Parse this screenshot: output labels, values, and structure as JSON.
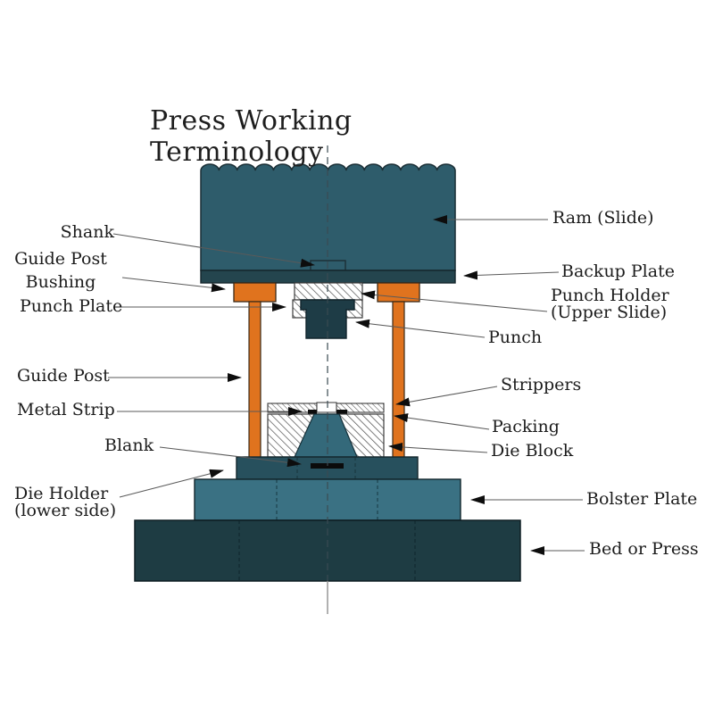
{
  "title": "Press Working Terminology",
  "labels": {
    "shank": "Shank",
    "guide_post_bushing_1": "Guide Post",
    "guide_post_bushing_2": "Bushing",
    "punch_plate": "Punch Plate",
    "guide_post": "Guide Post",
    "metal_strip": "Metal Strip",
    "blank": "Blank",
    "die_holder_1": "Die Holder",
    "die_holder_2": "(lower side)",
    "ram": "Ram (Slide)",
    "backup_plate": "Backup Plate",
    "punch_holder_1": "Punch Holder",
    "punch_holder_2": "(Upper Slide)",
    "punch": "Punch",
    "strippers": "Strippers",
    "packing": "Packing",
    "die_block": "Die Block",
    "bolster_plate": "Bolster Plate",
    "bed": "Bed or Press"
  },
  "colors": {
    "ram": "#2e5c6b",
    "backup_plate": "#24454e",
    "punch": "#1e3c46",
    "die_cavity": "#34697a",
    "die_holder": "#27505d",
    "bolster": "#3a7183",
    "bed": "#1e3c43",
    "post_orange": "#e0731e",
    "leader": "#5a5a5a",
    "text": "#1c1c1c"
  }
}
